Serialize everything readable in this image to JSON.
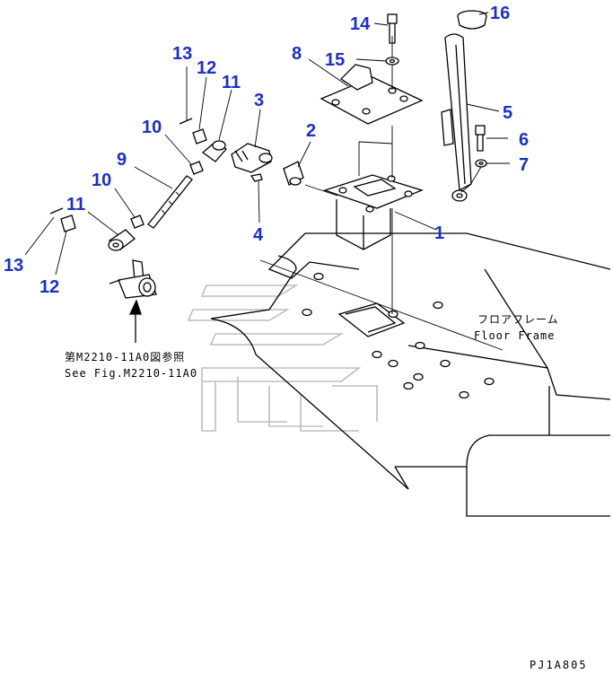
{
  "diagram": {
    "callouts": [
      {
        "id": "c1",
        "label": "1"
      },
      {
        "id": "c2",
        "label": "2"
      },
      {
        "id": "c3",
        "label": "3"
      },
      {
        "id": "c4",
        "label": "4"
      },
      {
        "id": "c5",
        "label": "5"
      },
      {
        "id": "c6",
        "label": "6"
      },
      {
        "id": "c7",
        "label": "7"
      },
      {
        "id": "c8",
        "label": "8"
      },
      {
        "id": "c9",
        "label": "9"
      },
      {
        "id": "c10a",
        "label": "10"
      },
      {
        "id": "c10b",
        "label": "10"
      },
      {
        "id": "c11a",
        "label": "11"
      },
      {
        "id": "c11b",
        "label": "11"
      },
      {
        "id": "c12a",
        "label": "12"
      },
      {
        "id": "c12b",
        "label": "12"
      },
      {
        "id": "c13a",
        "label": "13"
      },
      {
        "id": "c13b",
        "label": "13"
      },
      {
        "id": "c14",
        "label": "14"
      },
      {
        "id": "c15",
        "label": "15"
      },
      {
        "id": "c16",
        "label": "16"
      }
    ],
    "floor_frame_jp": "フロアフレーム",
    "floor_frame_en": "Floor Frame",
    "see_fig_jp": "第M2210-11A0図参照",
    "see_fig_en": "See Fig.M2210-11A0",
    "drawing_code": "PJ1A805",
    "colors": {
      "callout": "#1a2fd0",
      "line": "#000000",
      "watermark": "#bdbdbd"
    }
  }
}
